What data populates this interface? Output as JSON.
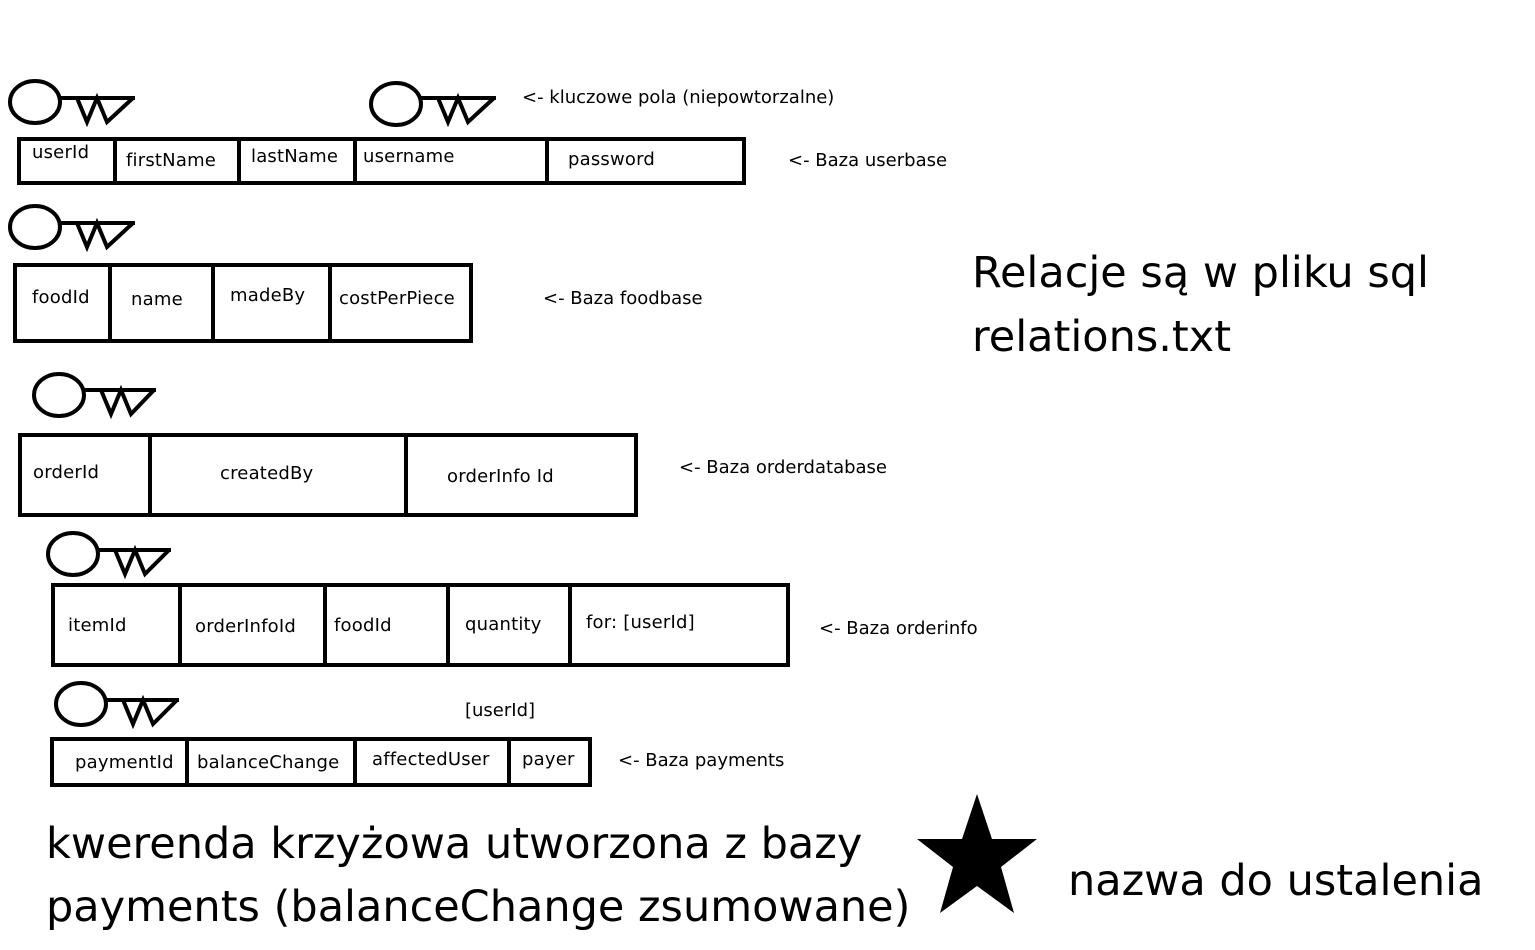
{
  "annotations": {
    "key_legend": "<- kluczowe pola (niepowtorzalne)",
    "userbase": "<- Baza userbase",
    "foodbase": "<- Baza foodbase",
    "orderdatabase": "<- Baza orderdatabase",
    "orderinfo": "<- Baza orderinfo",
    "payments": "<- Baza payments",
    "payer_type": "[userId]"
  },
  "tables": {
    "userbase": [
      "userId",
      "firstName",
      "lastName",
      "username",
      "password"
    ],
    "foodbase": [
      "foodId",
      "name",
      "madeBy",
      "costPerPiece"
    ],
    "orderdatabase": [
      "orderId",
      "createdBy",
      "orderInfo Id"
    ],
    "orderinfo": [
      "itemId",
      "orderInfoId",
      "foodId",
      "quantity",
      "for: [userId]"
    ],
    "payments": [
      "paymentId",
      "balanceChange",
      "affectedUser",
      "payer"
    ]
  },
  "relations_note": {
    "line1": "Relacje są w pliku sql",
    "line2": "relations.txt"
  },
  "crosstab_note": {
    "line1": "kwerenda krzyżowa utworzona z bazy",
    "line2": "payments (balanceChange zsumowane)"
  },
  "name_note": "nazwa do ustalenia",
  "icons": {
    "key": "key-icon",
    "star": "star-icon"
  },
  "colors": {
    "ink": "#000000",
    "background": "#ffffff"
  }
}
